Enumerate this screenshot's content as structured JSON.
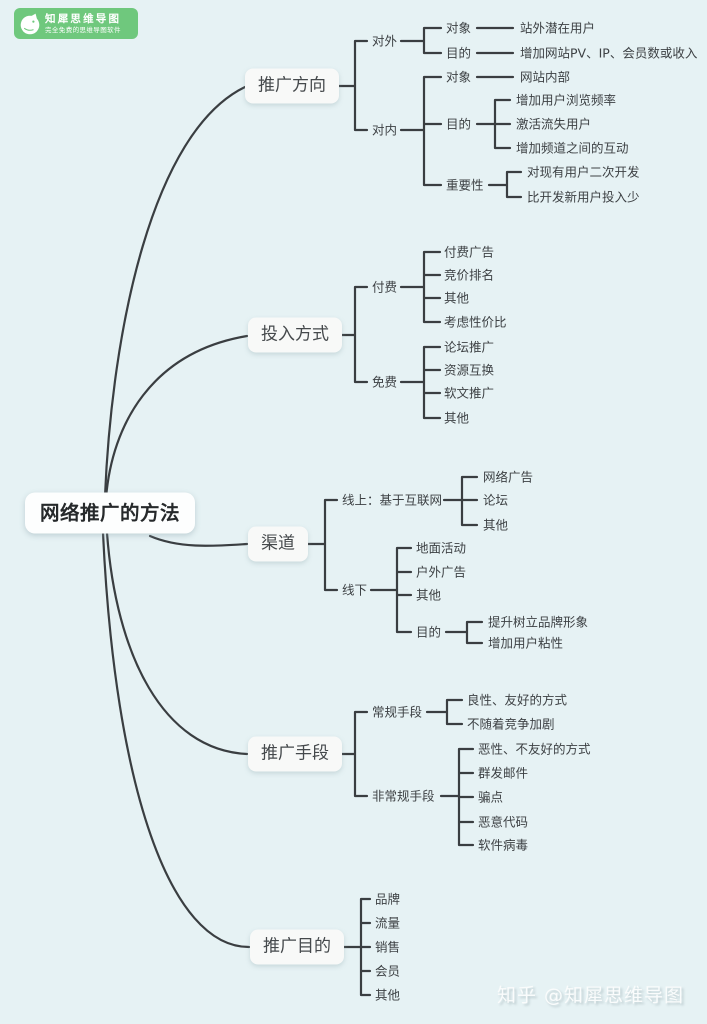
{
  "colors": {
    "background": "#e6f2f4",
    "line": "#3a3e41",
    "node_box_bg": "#f8f9f8",
    "logo_green": "#6fc87d"
  },
  "logo": {
    "title": "知犀思维导图",
    "subtitle": "完全免费的思维导图软件",
    "icon": "rhino-icon"
  },
  "watermark": {
    "text": "知乎 @知犀思维导图"
  },
  "root": {
    "label": "网络推广的方法"
  },
  "branches": [
    {
      "label": "推广方向",
      "groups": [
        {
          "label": "对外",
          "subs": [
            {
              "label": "对象",
              "leaves": [
                "站外潜在用户"
              ]
            },
            {
              "label": "目的",
              "leaves": [
                "增加网站PV、IP、会员数或收入"
              ]
            }
          ]
        },
        {
          "label": "对内",
          "subs": [
            {
              "label": "对象",
              "leaves": [
                "网站内部"
              ]
            },
            {
              "label": "目的",
              "leaves": [
                "增加用户浏览频率",
                "激活流失用户",
                "增加频道之间的互动"
              ]
            },
            {
              "label": "重要性",
              "leaves": [
                "对现有用户二次开发",
                "比开发新用户投入少"
              ]
            }
          ]
        }
      ]
    },
    {
      "label": "投入方式",
      "groups": [
        {
          "label": "付费",
          "leaves": [
            "付费广告",
            "竞价排名",
            "其他",
            "考虑性价比"
          ]
        },
        {
          "label": "免费",
          "leaves": [
            "论坛推广",
            "资源互换",
            "软文推广",
            "其他"
          ]
        }
      ]
    },
    {
      "label": "渠道",
      "groups": [
        {
          "label": "线上：基于互联网",
          "leaves": [
            "网络广告",
            "论坛",
            "其他"
          ]
        },
        {
          "label": "线下",
          "leaves": [
            "地面活动",
            "户外广告",
            "其他"
          ],
          "subs": [
            {
              "label": "目的",
              "leaves": [
                "提升树立品牌形象",
                "增加用户粘性"
              ]
            }
          ]
        }
      ]
    },
    {
      "label": "推广手段",
      "groups": [
        {
          "label": "常规手段",
          "leaves": [
            "良性、友好的方式",
            "不随着竞争加剧"
          ]
        },
        {
          "label": "非常规手段",
          "leaves": [
            "恶性、不友好的方式",
            "群发邮件",
            "骗点",
            "恶意代码",
            "软件病毒"
          ]
        }
      ]
    },
    {
      "label": "推广目的",
      "leaves": [
        "品牌",
        "流量",
        "销售",
        "会员",
        "其他"
      ]
    }
  ]
}
